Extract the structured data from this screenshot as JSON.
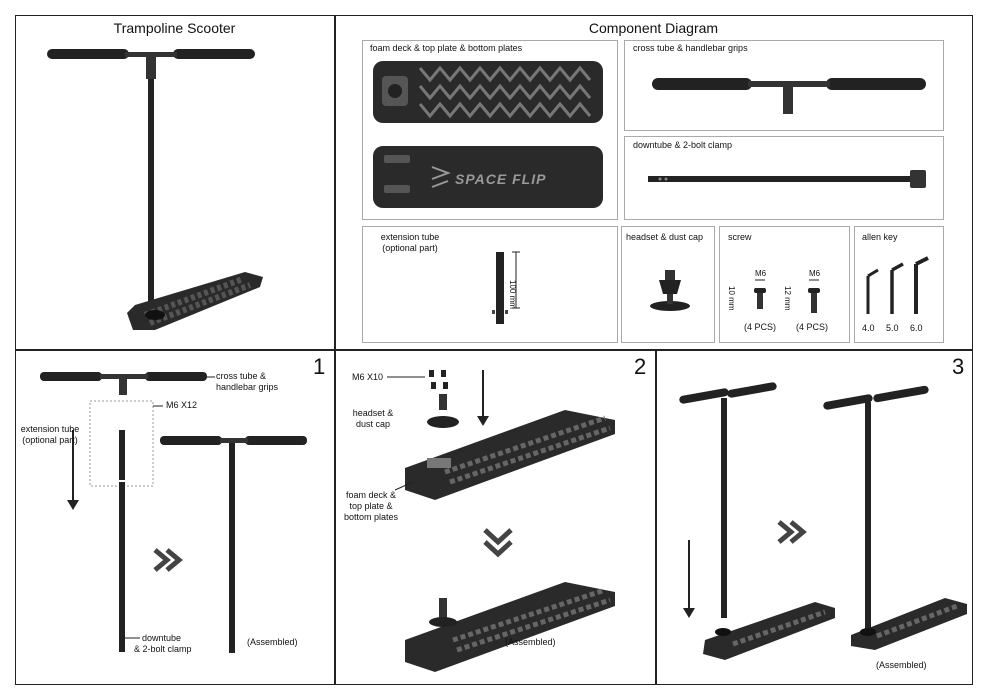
{
  "sections": {
    "scooter_title": "Trampoline Scooter",
    "component_title": "Component  Diagram"
  },
  "components": {
    "deck": "foam deck & top plate & bottom plates",
    "deck_brand": "SPACE FLIP",
    "cross_tube": "cross tube  &  handlebar grips",
    "downtube": "downtube & 2-bolt clamp",
    "extension_title": "extension tube",
    "extension_sub": "(optional part)",
    "extension_dim": "100 mm",
    "headset": "headset &  dust cap",
    "screw": "screw",
    "screw_m6_a": "M6",
    "screw_len_a": "10 mm",
    "screw_qty_a": "(4 PCS)",
    "screw_m6_b": "M6",
    "screw_len_b": "12 mm",
    "screw_qty_b": "(4 PCS)",
    "allen": "allen key",
    "allen_sizes": [
      "4.0",
      "5.0",
      "6.0"
    ]
  },
  "step1": {
    "number": "1",
    "cross_tube": "cross tube  &",
    "cross_tube2": "handlebar grips",
    "m6": "M6 X12",
    "extension": "extension tube",
    "extension2": "(optional part)",
    "downtube": "downtube",
    "downtube2": "& 2-bolt clamp",
    "assembled": "(Assembled)"
  },
  "step2": {
    "number": "2",
    "m6": "M6 X10",
    "headset": "headset &",
    "headset2": "dust cap",
    "deck": "foam deck &",
    "deck2": "top plate &",
    "deck3": "bottom plates",
    "assembled": "(Assembled)"
  },
  "step3": {
    "number": "3",
    "assembled": "(Assembled)"
  },
  "colors": {
    "ink": "#111111",
    "deck": "#2a2a2a",
    "border": "#222222"
  }
}
